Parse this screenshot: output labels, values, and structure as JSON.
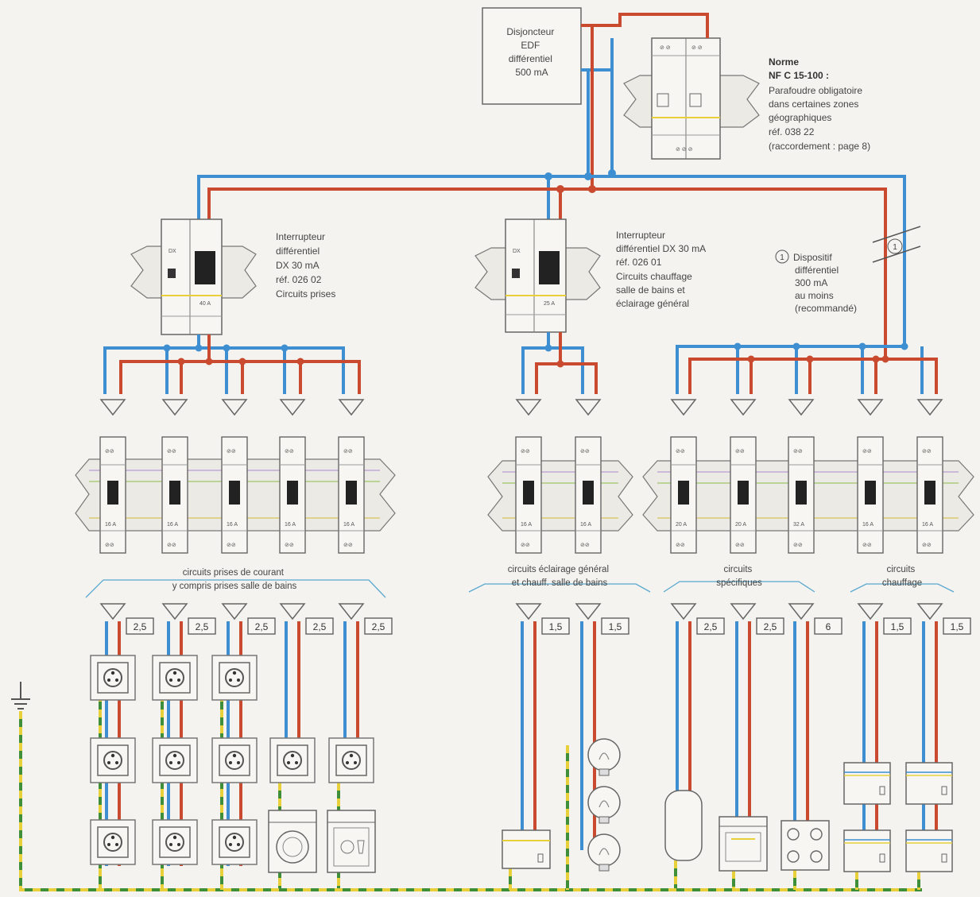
{
  "colors": {
    "phase": "#c94a2e",
    "neutral": "#3d8fd1",
    "earth_green": "#3e8e3a",
    "earth_yellow": "#e8d03a",
    "paper": "#f4f3ef",
    "line": "#777777"
  },
  "main_breaker": {
    "lines": [
      "Disjoncteur",
      "EDF",
      "différentiel",
      "500 mA"
    ]
  },
  "standard_note": {
    "lines": [
      "Norme",
      "NF C 15-100 :",
      "Parafoudre obligatoire",
      "dans certaines zones",
      "géographiques",
      "réf. 038 22",
      "(raccordement : page 8)"
    ]
  },
  "rcd_left": {
    "lines": [
      "Interrupteur",
      "différentiel",
      "DX 30 mA",
      "réf. 026 02",
      "Circuits prises"
    ],
    "rating": "40 A"
  },
  "rcd_middle": {
    "lines": [
      "Interrupteur",
      "différentiel DX 30 mA",
      "réf. 026 01",
      "Circuits chauffage",
      "salle de bains et",
      "éclairage général"
    ],
    "rating": "25 A"
  },
  "rcd_right_note": {
    "marker": "1",
    "lines": [
      "Dispositif",
      "différentiel",
      "300 mA",
      "au moins",
      "(recommandé)"
    ]
  },
  "groups": [
    {
      "lines": [
        "circuits prises de courant",
        "y compris prises salle de bains"
      ]
    },
    {
      "lines": [
        "circuits éclairage général",
        "et chauff. salle de bains"
      ]
    },
    {
      "lines": [
        "circuits",
        "spécifiques"
      ]
    },
    {
      "lines": [
        "circuits",
        "chauffage"
      ]
    }
  ],
  "cable_sections": [
    "2,5",
    "2,5",
    "2,5",
    "2,5",
    "2,5",
    "1,5",
    "1,5",
    "2,5",
    "2,5",
    "6",
    "1,5",
    "1,5"
  ],
  "breaker_ratings": [
    "16 A",
    "16 A",
    "16 A",
    "16 A",
    "16 A",
    "16 A",
    "16 A",
    "20 A",
    "20 A",
    "32 A",
    "16 A",
    "16 A"
  ]
}
